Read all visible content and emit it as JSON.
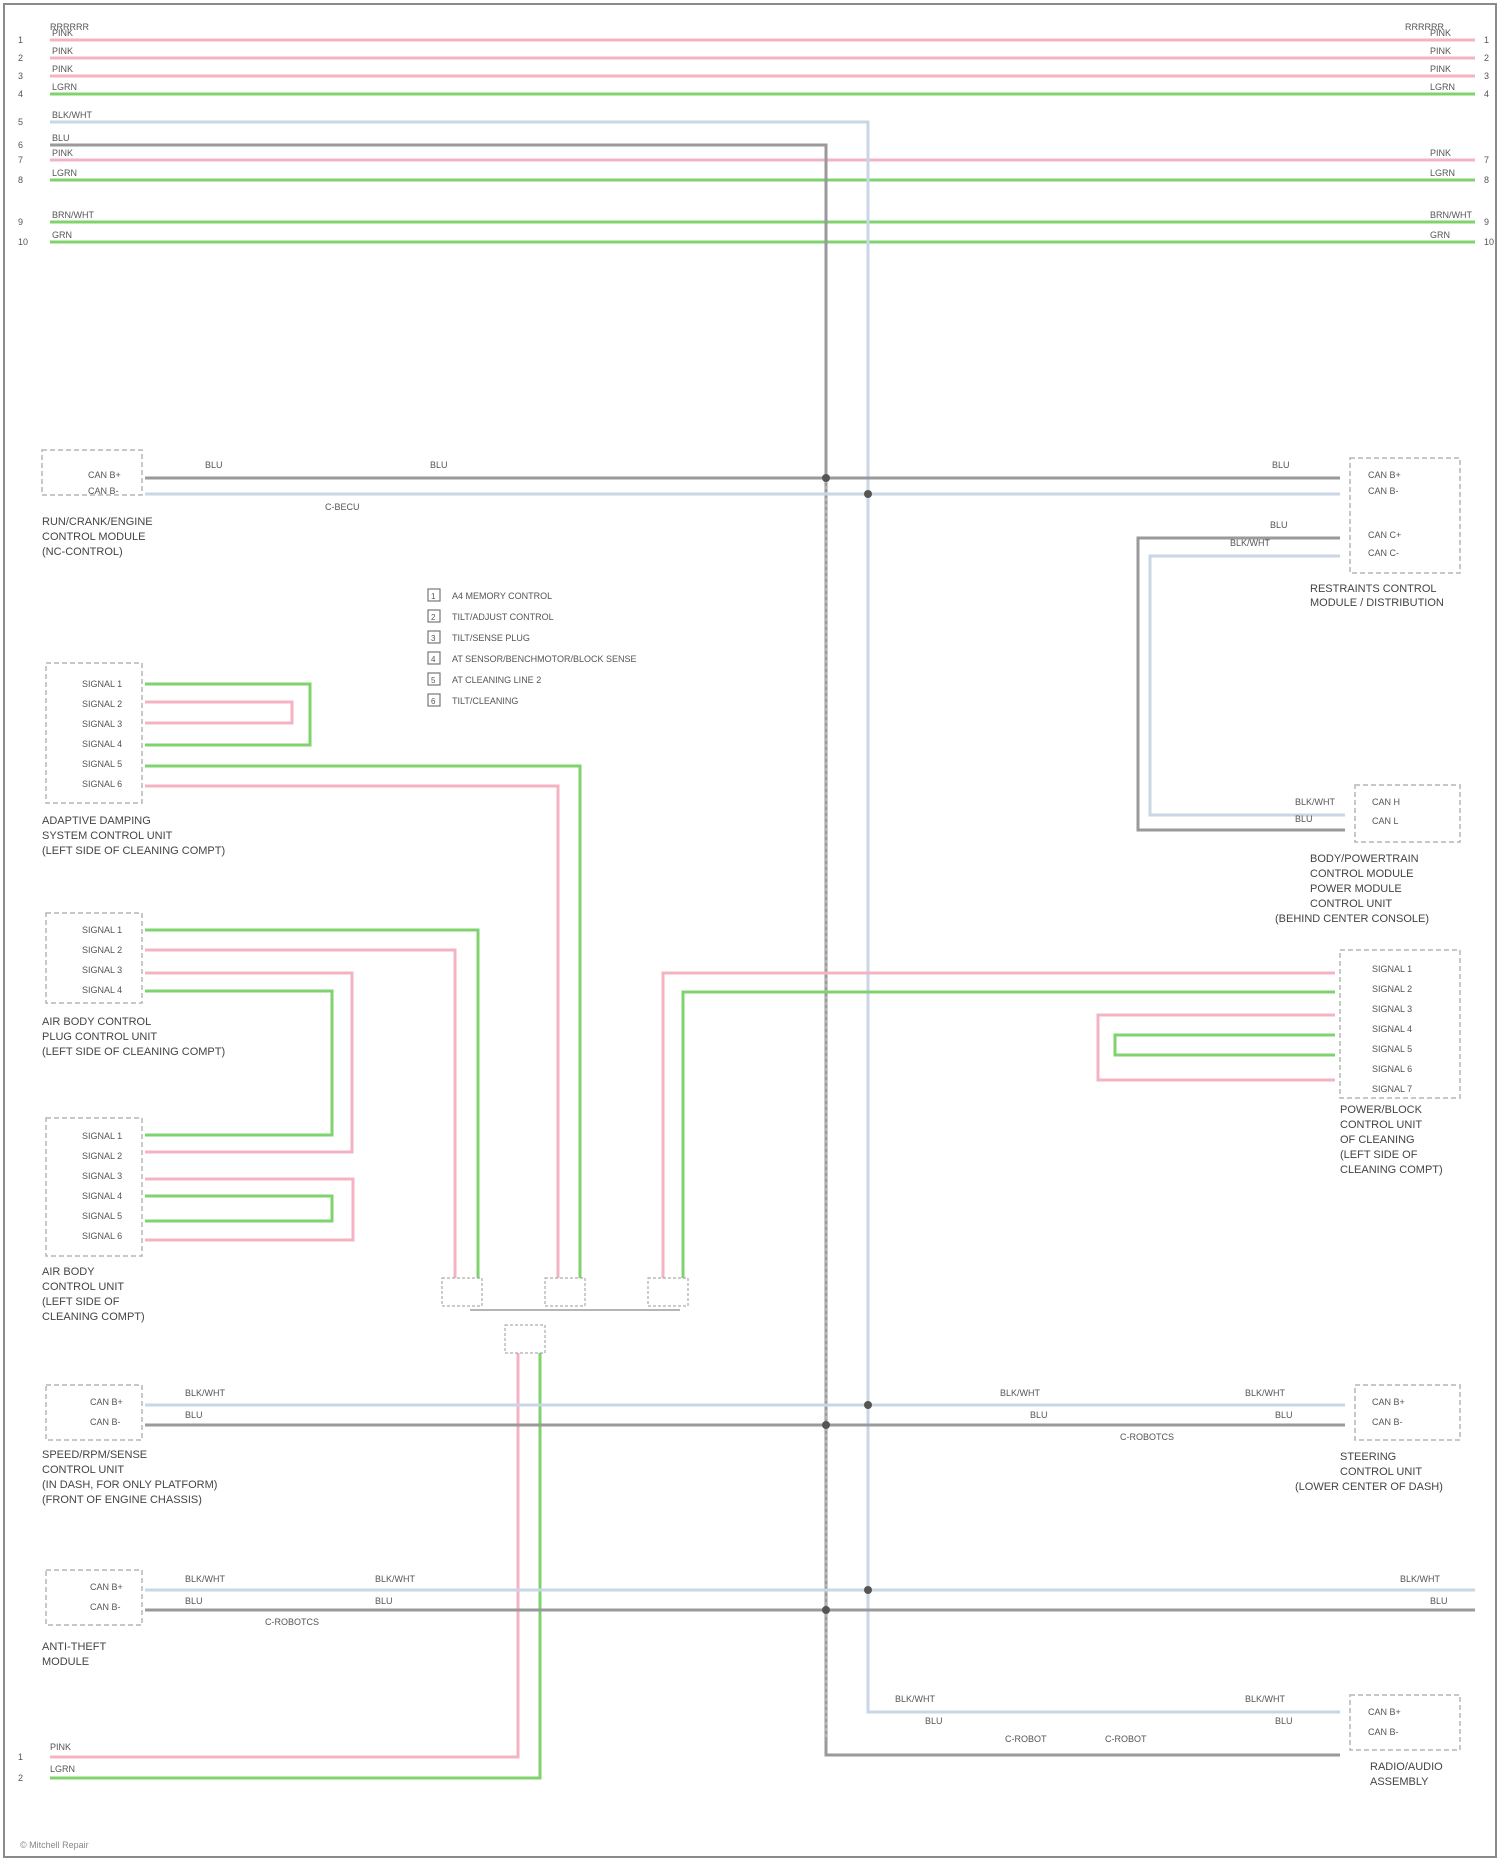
{
  "title": "",
  "colors": {
    "pink": "#f4b3c2",
    "green": "#7fd36f",
    "gray": "#9a9a9a",
    "box_border": "#b5b5b5",
    "text": "#555555"
  },
  "top_bus": {
    "header_left": "RRRRRR",
    "header_right": "RRRRRR",
    "rows": [
      {
        "num": "1",
        "label": "PINK",
        "right": "PINK",
        "color": "pink"
      },
      {
        "num": "2",
        "label": "PINK",
        "right": "PINK",
        "color": "pink"
      },
      {
        "num": "3",
        "label": "PINK",
        "right": "PINK",
        "color": "pink"
      },
      {
        "num": "4",
        "label": "LGRN",
        "right": "LGRN",
        "color": "green"
      },
      {
        "num": "5",
        "label": "BLK/WHT",
        "right": "",
        "color": "gray"
      },
      {
        "num": "6",
        "label": "BLU",
        "right": "",
        "color": "gray"
      },
      {
        "num": "7",
        "label": "PINK",
        "right": "PINK",
        "color": "pink"
      },
      {
        "num": "8",
        "label": "LGRN",
        "right": "LGRN",
        "color": "green"
      },
      {
        "num": "9",
        "label": "BRN/WHT",
        "right": "BRN/WHT",
        "color": "green"
      },
      {
        "num": "10",
        "label": "GRN",
        "right": "GRN",
        "color": "green"
      }
    ]
  },
  "modules": {
    "m1": {
      "caption": [
        "RUN/CRANK/ENGINE",
        "CONTROL MODULE",
        "(NC-CONTROL)"
      ],
      "pins": [
        "CAN B+",
        "CAN B-"
      ]
    },
    "m2": {
      "caption": [
        "RESTRAINTS CONTROL",
        "MODULE / DISTRIBUTION"
      ],
      "pins": [
        "CAN B+",
        "CAN B-",
        "CAN C+",
        "CAN C-"
      ]
    },
    "m3": {
      "caption": [
        "ADAPTIVE DAMPING",
        "SYSTEM CONTROL UNIT",
        "(LEFT SIDE OF CLEANING COMPT)"
      ],
      "pins": [
        "SIGNAL 1",
        "SIGNAL 2",
        "SIGNAL 3",
        "SIGNAL 4",
        "SIGNAL 5",
        "SIGNAL 6"
      ]
    },
    "m4": {
      "caption": [
        "AIR BODY CONTROL",
        "PLUG CONTROL UNIT",
        "(LEFT SIDE OF CLEANING COMPT)"
      ],
      "pins": [
        "SIGNAL 1",
        "SIGNAL 2",
        "SIGNAL 3",
        "SIGNAL 4"
      ]
    },
    "m5": {
      "caption": [
        "AIR BODY",
        "CONTROL UNIT",
        "(LEFT SIDE OF",
        "CLEANING COMPT)"
      ],
      "pins": [
        "SIGNAL 1",
        "SIGNAL 2",
        "SIGNAL 3",
        "SIGNAL 4",
        "SIGNAL 5",
        "SIGNAL 6"
      ]
    },
    "m6": {
      "caption": [
        "BODY/POWERTRAIN",
        "CONTROL MODULE",
        "POWER MODULE",
        "CONTROL UNIT",
        "(BEHIND CENTER CONSOLE)"
      ],
      "pins": [
        "CAN H",
        "CAN L"
      ]
    },
    "m7": {
      "caption": [
        "POWER/BLOCK",
        "CONTROL UNIT",
        "OF CLEANING",
        "(LEFT SIDE OF",
        "CLEANING COMPT)"
      ],
      "pins": [
        "SIGNAL 1",
        "SIGNAL 2",
        "SIGNAL 3",
        "SIGNAL 4",
        "SIGNAL 5",
        "SIGNAL 6",
        "SIGNAL 7"
      ]
    },
    "m8": {
      "caption": [
        "SPEED/RPM/SENSE",
        "CONTROL UNIT",
        "(IN DASH, FOR ONLY PLATFORM)",
        "(FRONT OF ENGINE CHASSIS)"
      ],
      "pins": [
        "CAN B+",
        "CAN B-"
      ]
    },
    "m9": {
      "caption": [
        "STEERING",
        "CONTROL UNIT",
        "(LOWER CENTER OF DASH)"
      ],
      "pins": [
        "CAN B+",
        "CAN B-"
      ]
    },
    "m10": {
      "caption": [
        "ANTI-THEFT",
        "MODULE"
      ],
      "pins": [
        "CAN B+",
        "CAN B-"
      ]
    },
    "m11": {
      "caption": [
        "RADIO/AUDIO",
        "ASSEMBLY"
      ],
      "pins": [
        "CAN B+",
        "CAN B-"
      ]
    }
  },
  "legend": [
    {
      "icon": "1",
      "text": "A4 MEMORY CONTROL"
    },
    {
      "icon": "2",
      "text": "TILT/ADJUST CONTROL"
    },
    {
      "icon": "3",
      "text": "TILT/SENSE PLUG"
    },
    {
      "icon": "4",
      "text": "AT SENSOR/BENCHMOTOR/BLOCK SENSE"
    },
    {
      "icon": "5",
      "text": "AT CLEANING LINE 2"
    },
    {
      "icon": "6",
      "text": "TILT/CLEANING"
    }
  ],
  "wire_labels": {
    "blu": "BLU",
    "blk_wht": "BLK/WHT",
    "pink": "PINK",
    "lgrn": "LGRN",
    "grn": "GRN",
    "connector_a": "C-BECU",
    "connector_b": "C-ROBOTCS",
    "connector_c": "C-ROBOTCS",
    "connector_d": "C-ROBOT"
  },
  "bottom_pins": {
    "pink": {
      "num": "1",
      "label": "PINK"
    },
    "green": {
      "num": "2",
      "label": "LGRN"
    }
  },
  "footer": "© Mitchell Repair"
}
